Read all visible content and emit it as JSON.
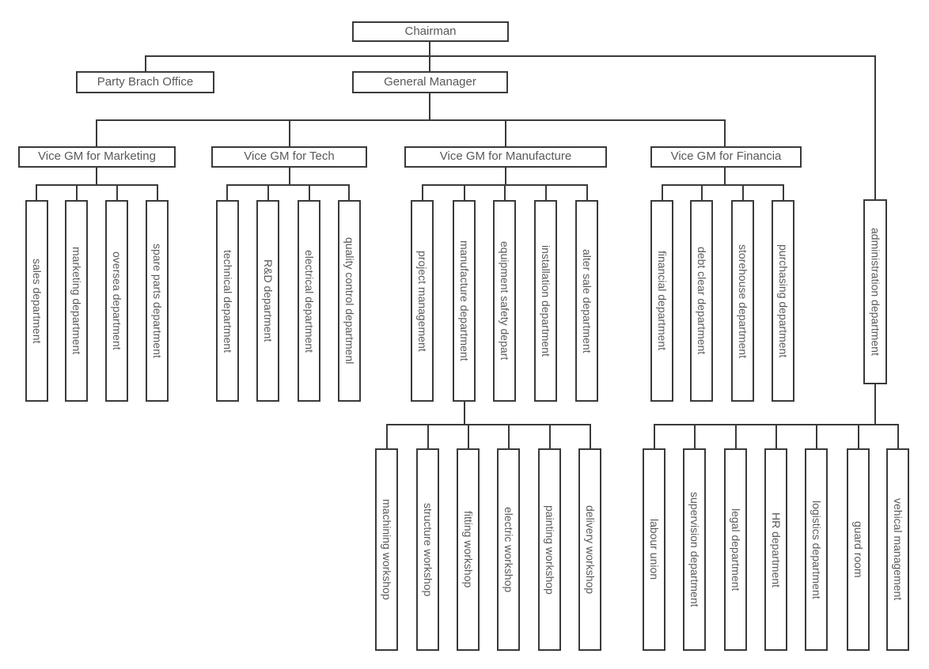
{
  "colors": {
    "line": "#3a3a3a",
    "text": "#595959",
    "background": "#ffffff"
  },
  "org": {
    "chairman": "Chairman",
    "party_branch_office": "Party Brach Office",
    "general_manager": "General Manager",
    "marketing": {
      "head": "Vice GM for Marketing",
      "departments": [
        "sales department",
        "marketing department",
        "oversea department",
        "spare parts department"
      ]
    },
    "tech": {
      "head": "Vice GM for Tech",
      "departments": [
        "technical department",
        "R&D department",
        "electrical department",
        "quality control departmenl"
      ]
    },
    "manufacture": {
      "head": "Vice GM for Manufacture",
      "departments": [
        "project management",
        "manufacture department",
        "equipment safety depart",
        "installation department",
        "alter sale department"
      ],
      "workshops": [
        "machining workshop",
        "structure workshop",
        "fitting workshop",
        "electric workshop",
        "painting workshop",
        "delivery workshop"
      ]
    },
    "financia": {
      "head": "Vice GM for Financia",
      "departments": [
        "financial department",
        "debt clear department",
        "storehouse department",
        "purchasing department"
      ]
    },
    "administration": {
      "department": "administration department",
      "sub_departments": [
        "labour union",
        "supervision department",
        "legal department",
        "HR department",
        "logistics department",
        "guard room",
        "vehical management"
      ]
    }
  }
}
